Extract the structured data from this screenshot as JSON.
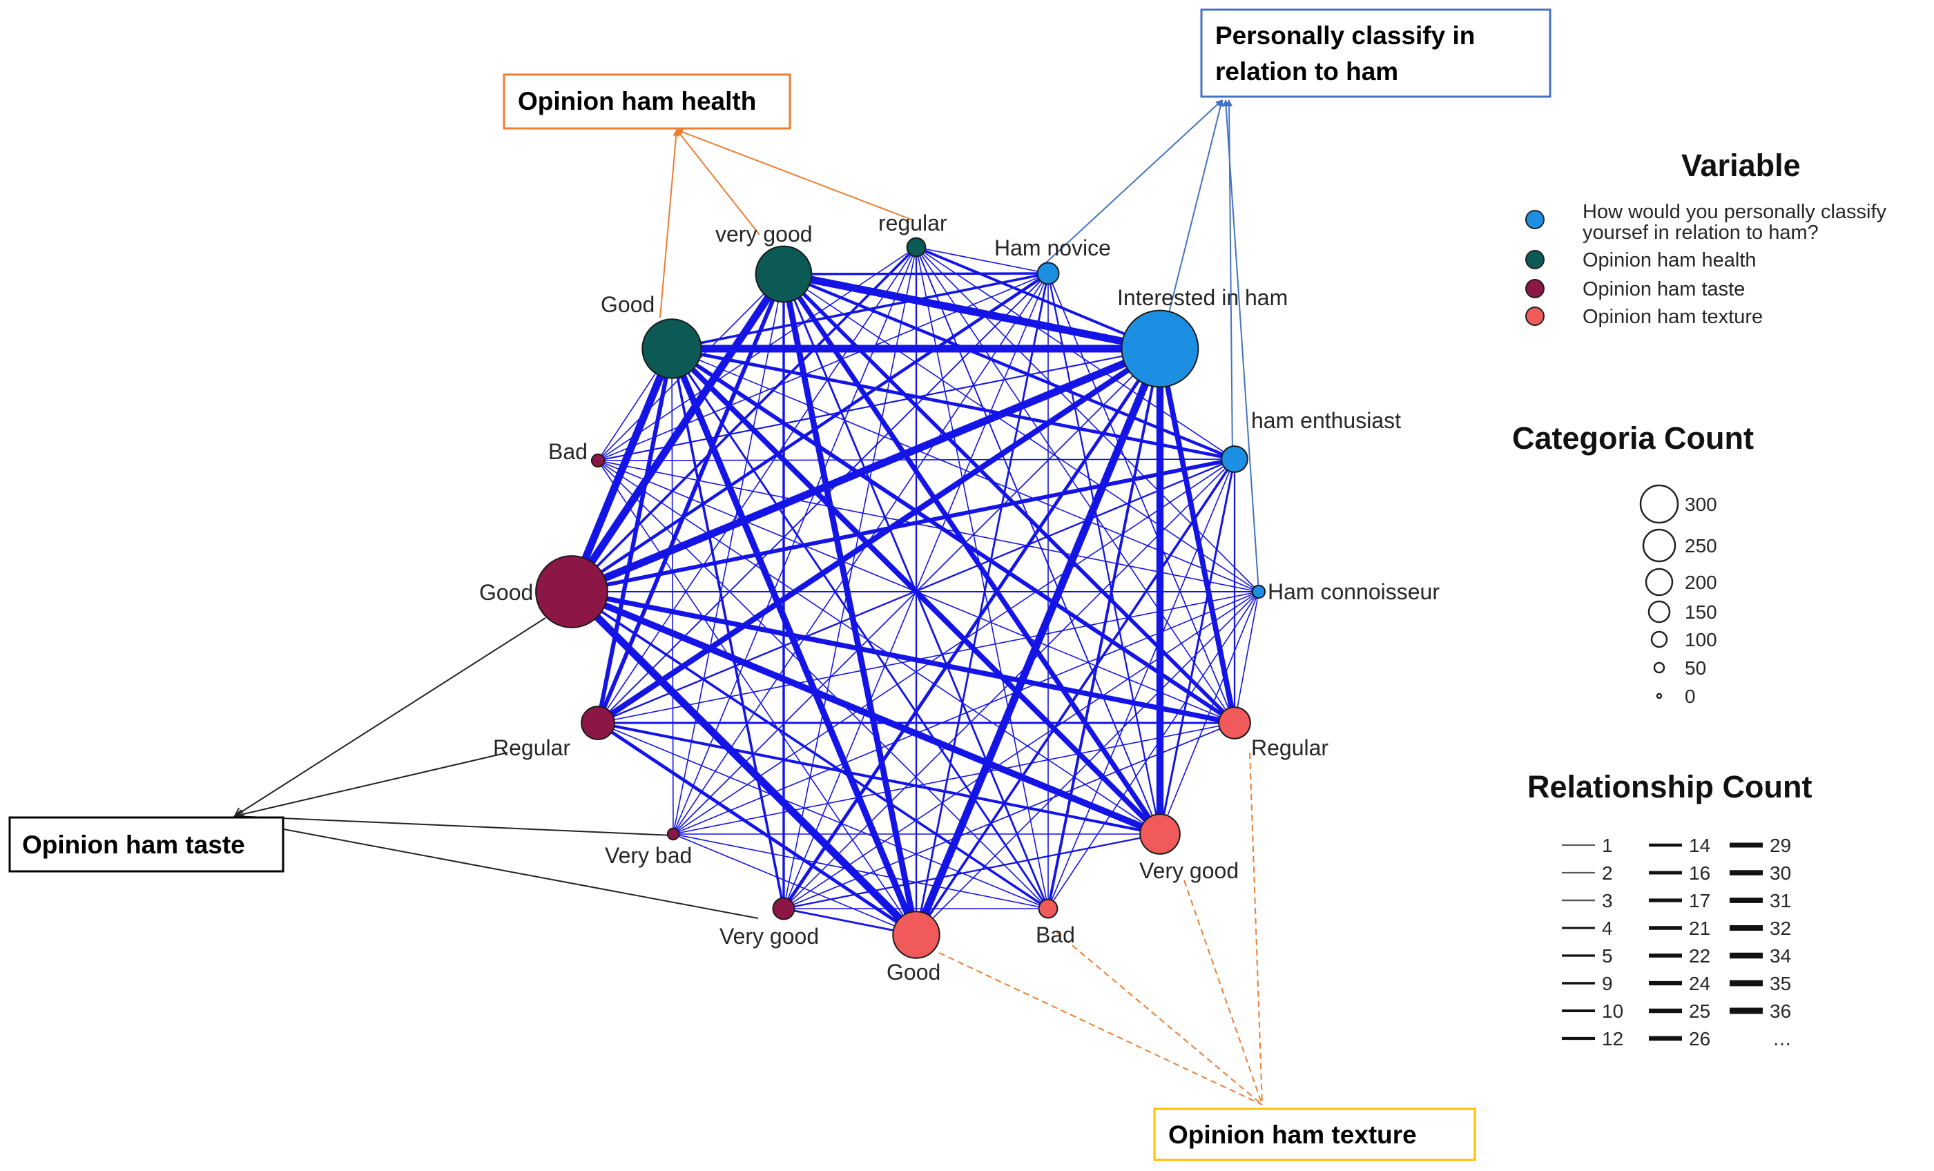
{
  "groups": {
    "health_box": "Opinion ham health",
    "classify_box_line1": "Personally classify  in",
    "classify_box_line2": "relation to ham",
    "taste_box": "Opinion ham taste",
    "texture_box": "Opinion ham texture"
  },
  "colors": {
    "classify": "#1c8fe3",
    "health": "#0b5a55",
    "taste": "#8c1645",
    "texture": "#f05a5a",
    "edge": "#1414e6",
    "health_box_border": "#ed7d31",
    "classify_box_border": "#4472c4",
    "texture_box_border": "#ffc000",
    "taste_box_border": "#000000"
  },
  "nodes": [
    {
      "id": "classify-interested",
      "label": "Interested in ham",
      "group": "classify",
      "count": 300
    },
    {
      "id": "classify-novice",
      "label": "Ham novice",
      "group": "classify",
      "count": 15
    },
    {
      "id": "classify-enthusiast",
      "label": "ham enthusiast",
      "group": "classify",
      "count": 25
    },
    {
      "id": "classify-connoisseur",
      "label": "Ham connoisseur",
      "group": "classify",
      "count": 3
    },
    {
      "id": "health-verygood",
      "label": "very good",
      "group": "health",
      "count": 150
    },
    {
      "id": "health-regular",
      "label": "regular",
      "group": "health",
      "count": 10
    },
    {
      "id": "health-good",
      "label": "Good",
      "group": "health",
      "count": 170
    },
    {
      "id": "taste-good",
      "label": "Good",
      "group": "taste",
      "count": 260
    },
    {
      "id": "taste-bad",
      "label": "Bad",
      "group": "taste",
      "count": 3
    },
    {
      "id": "taste-regular",
      "label": "Regular",
      "group": "taste",
      "count": 45
    },
    {
      "id": "taste-verybad",
      "label": "Very bad",
      "group": "taste",
      "count": 2
    },
    {
      "id": "taste-verygood",
      "label": "Very good",
      "group": "taste",
      "count": 15
    },
    {
      "id": "texture-regular",
      "label": "Regular",
      "group": "texture",
      "count": 40
    },
    {
      "id": "texture-verygood",
      "label": "Very good",
      "group": "texture",
      "count": 70
    },
    {
      "id": "texture-good",
      "label": "Good",
      "group": "texture",
      "count": 100
    },
    {
      "id": "texture-bad",
      "label": "Bad",
      "group": "texture",
      "count": 10
    }
  ],
  "legend": {
    "variable_title": "Variable",
    "variable_items": [
      {
        "line1": "How would you personally classify",
        "line2": "yoursef in relation to ham?",
        "color": "#1c8fe3"
      },
      {
        "line1": "Opinion ham health",
        "line2": "",
        "color": "#0b5a55"
      },
      {
        "line1": "Opinion ham taste",
        "line2": "",
        "color": "#8c1645"
      },
      {
        "line1": "Opinion ham texture",
        "line2": "",
        "color": "#f05a5a"
      }
    ],
    "categoria_title": "Categoria Count",
    "categoria_values": [
      "300",
      "250",
      "200",
      "150",
      "100",
      "50",
      "0"
    ],
    "relationship_title": "Relationship Count",
    "relationship_values": [
      [
        "1",
        "2",
        "3",
        "4",
        "5",
        "9",
        "10",
        "12"
      ],
      [
        "14",
        "16",
        "17",
        "21",
        "22",
        "24",
        "25",
        "26"
      ],
      [
        "29",
        "30",
        "31",
        "32",
        "34",
        "35",
        "36",
        "…"
      ]
    ]
  }
}
